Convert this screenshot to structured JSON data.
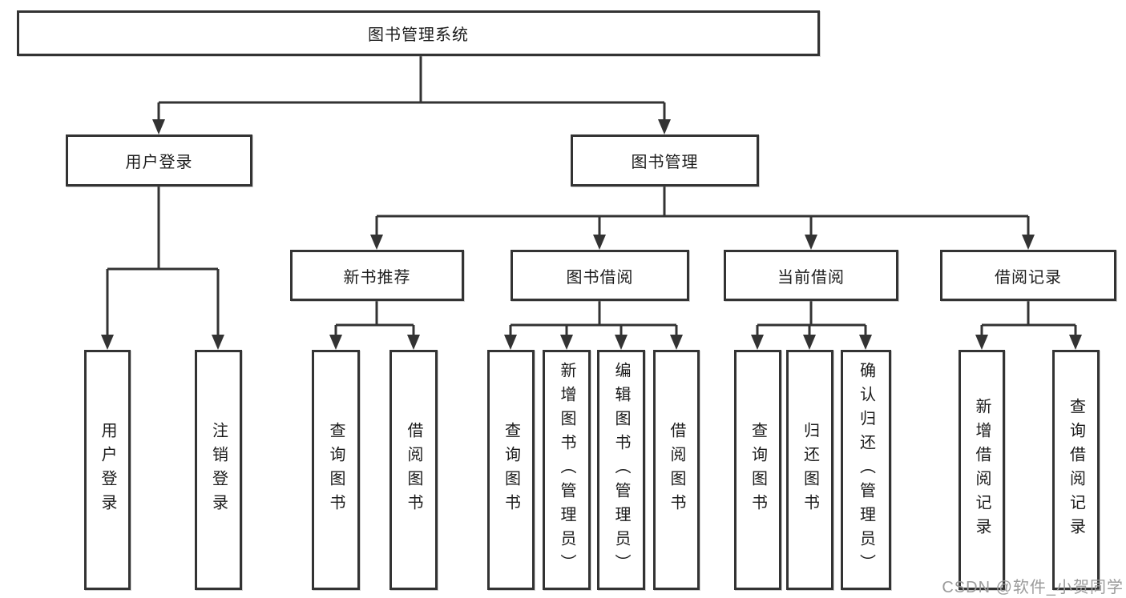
{
  "diagram": {
    "title": "图书管理系统",
    "type": "function-structure-tree",
    "colors": {
      "line": "#333333",
      "box_border": "#333333",
      "text": "#1c1c1c",
      "watermark": "#9b9b9b",
      "background": "#ffffff"
    },
    "tree": {
      "root": "图书管理系统",
      "branches": [
        {
          "label": "用户登录",
          "leaves": [
            "用户登录",
            "注销登录"
          ]
        },
        {
          "label": "图书管理",
          "children": [
            {
              "label": "新书推荐",
              "leaves": [
                "查询图书",
                "借阅图书"
              ]
            },
            {
              "label": "图书借阅",
              "leaves": [
                "查询图书",
                "新增图书（管理员）",
                "编辑图书（管理员）",
                "借阅图书"
              ]
            },
            {
              "label": "当前借阅",
              "leaves": [
                "查询图书",
                "归还图书",
                "确认归还（管理员）"
              ]
            },
            {
              "label": "借阅记录",
              "leaves": [
                "新增借阅记录",
                "查询借阅记录"
              ]
            }
          ]
        }
      ]
    },
    "watermark": {
      "text": "CSDN @软件_小贺同学"
    }
  }
}
